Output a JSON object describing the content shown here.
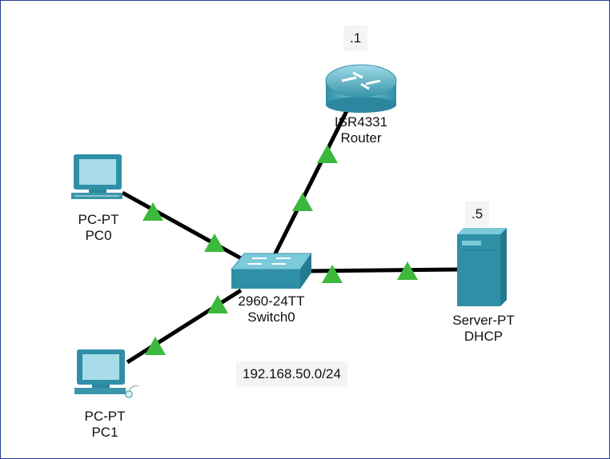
{
  "nodes": {
    "router": {
      "model": "ISR4331",
      "name": "Router",
      "note": ".1"
    },
    "switch": {
      "model": "2960-24TT",
      "name": "Switch0"
    },
    "server": {
      "model": "Server-PT",
      "name": "DHCP",
      "note": ".5"
    },
    "pc0": {
      "model": "PC-PT",
      "name": "PC0"
    },
    "pc1": {
      "model": "PC-PT",
      "name": "PC1"
    }
  },
  "network_label": "192.168.50.0/24",
  "colors": {
    "link": "#000000",
    "link_up": "#3cb93c",
    "device_teal": "#2f8fa7",
    "background": "#ffffff",
    "border": "#2b3a8f"
  }
}
